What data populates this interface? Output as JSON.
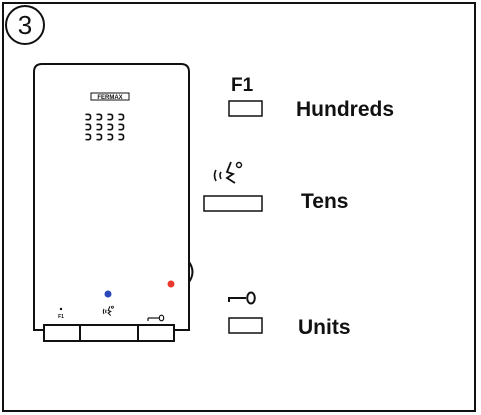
{
  "step_number": "3",
  "device": {
    "brand": "FERMAX",
    "led_colors": {
      "blue": "#2b47b8",
      "red": "#e8392f"
    },
    "button_marks": [
      "F1",
      "intercom-icon",
      "key-icon"
    ]
  },
  "legend": {
    "f1_key": "F1",
    "rows": [
      {
        "icon": "f1-label",
        "label": "Hundreds"
      },
      {
        "icon": "intercom-icon",
        "label": "Tens"
      },
      {
        "icon": "key-icon",
        "label": "Units"
      }
    ]
  }
}
